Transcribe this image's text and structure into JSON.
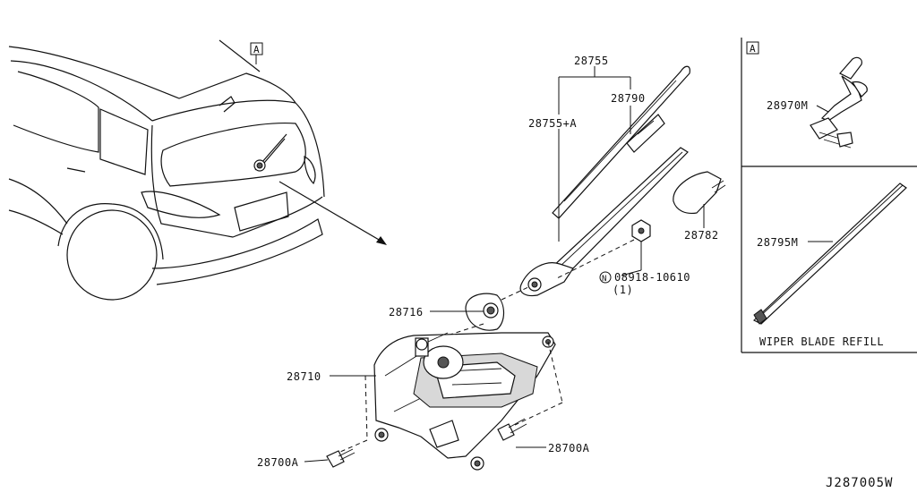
{
  "diagram": {
    "reference_code": "J287005W",
    "view_marker": "A",
    "inset_marker": "A",
    "inset_caption": "WIPER BLADE REFILL",
    "labels": {
      "p28755": "28755",
      "p28790": "28790",
      "p28755a": "28755+A",
      "p28782": "28782",
      "p08918_prefix": "N",
      "p08918": "08918-10610",
      "p08918_qty": "(1)",
      "p28716": "28716",
      "p28710": "28710",
      "p28700a_left": "28700A",
      "p28700a_right": "28700A",
      "p28970m": "28970M",
      "p28795m": "28795M"
    }
  }
}
